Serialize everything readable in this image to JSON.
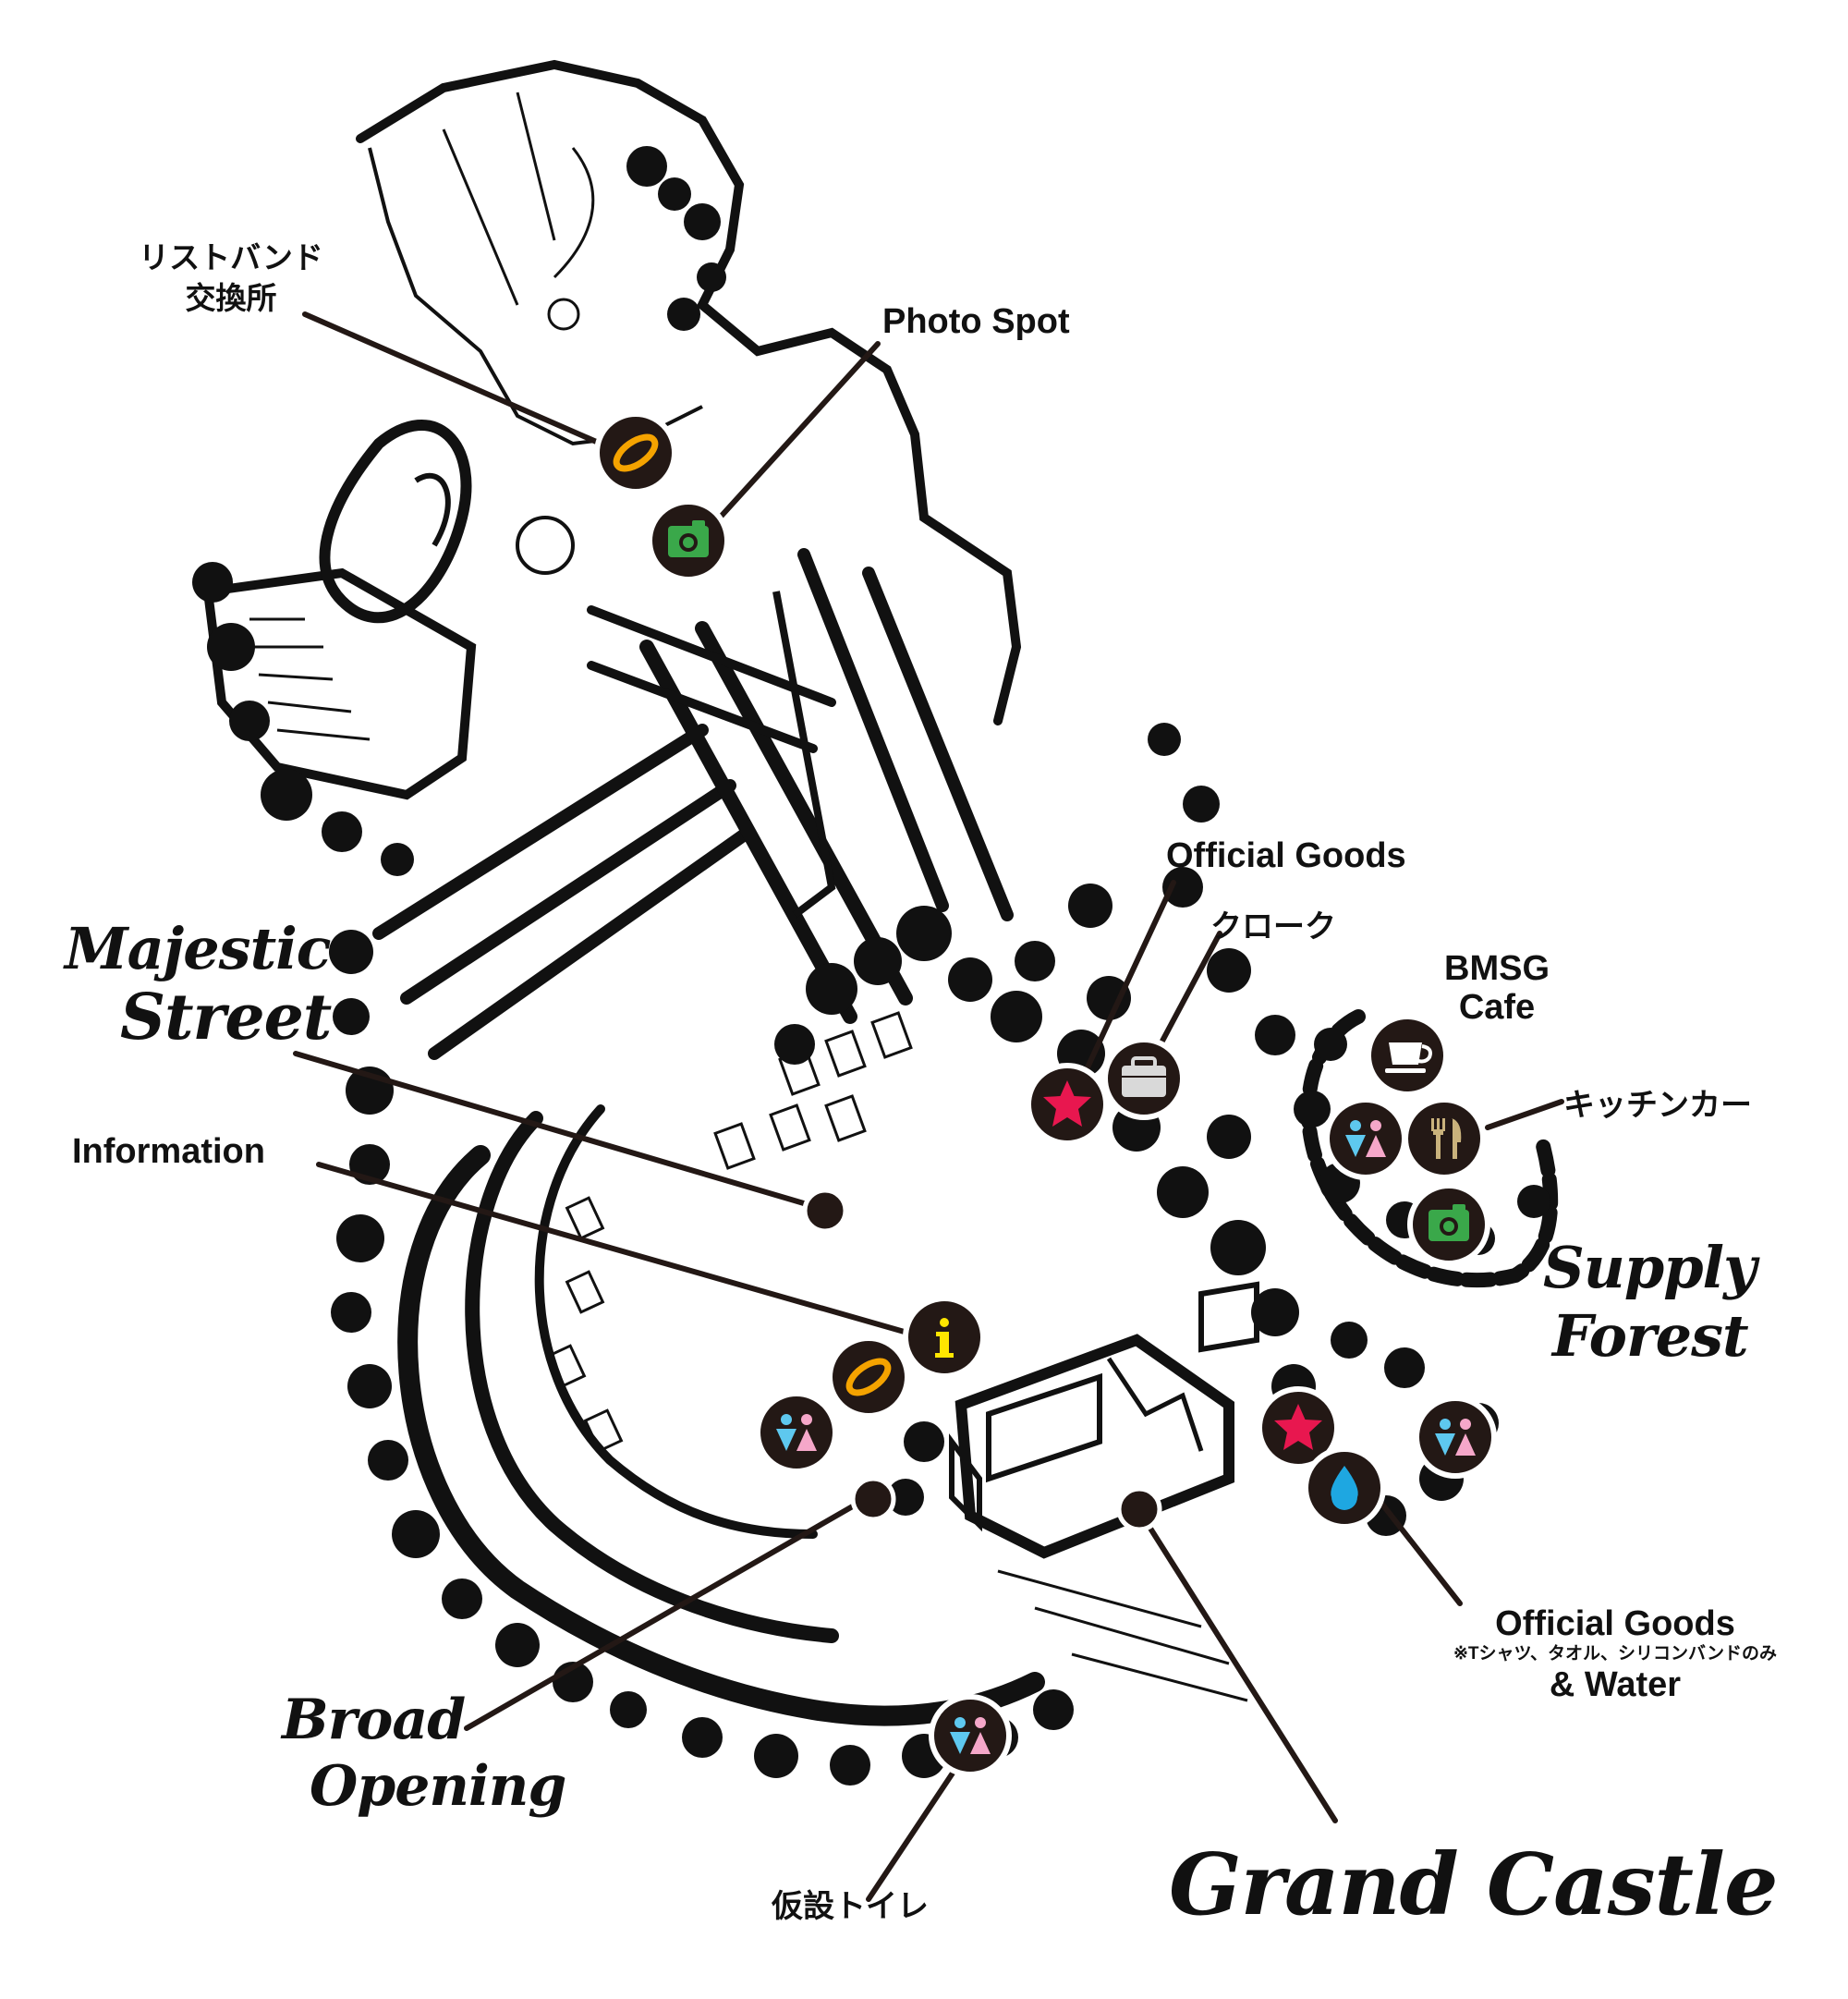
{
  "labels": {
    "wristband_line1": "リストバンド",
    "wristband_line2": "交換所",
    "photo_spot": "Photo Spot",
    "official_goods_top": "Official Goods",
    "cloak": "クローク",
    "bmsg_line1": "BMSG",
    "bmsg_line2": "Cafe",
    "kitchen_car": "キッチンカー",
    "information": "Information",
    "official_goods_bottom": "Official Goods",
    "goods_note": "※Tシャツ、タオル、シリコンバンドのみ",
    "water": "& Water",
    "temp_toilet": "仮設トイレ"
  },
  "areas": {
    "majestic_line1": "Majestic",
    "majestic_line2": "Street",
    "supply_line1": "Supply",
    "supply_line2": "Forest",
    "broad_line1": "Broad",
    "broad_line2": "Opening",
    "grand_castle": "Grand Castle"
  },
  "colors": {
    "marker_bg": "#231815",
    "star": "#e8174f",
    "wristband": "#f5a300",
    "camera": "#3aa84a",
    "info": "#ffe600",
    "water": "#1ea7e1",
    "toilet_blue": "#5ec8ef",
    "toilet_pink": "#f5a7c9",
    "cutlery": "#c9b27c",
    "ink": "#111111"
  },
  "icons": {
    "wristband": "wristband-icon",
    "camera": "camera-icon",
    "star": "star-icon",
    "bag": "bag-icon",
    "cup": "cup-icon",
    "toilet": "toilet-icon",
    "cutlery": "cutlery-icon",
    "info": "info-icon",
    "water": "water-drop-icon"
  }
}
